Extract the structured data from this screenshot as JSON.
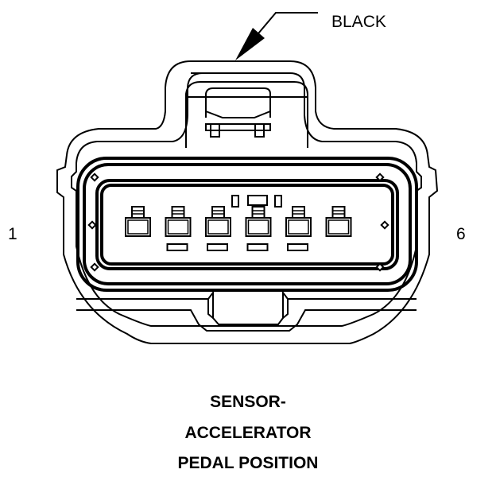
{
  "connector": {
    "color_label": "BLACK",
    "pin_first_label": "1",
    "pin_last_label": "6",
    "cavity_count": 6,
    "title_lines": [
      "SENSOR-",
      "ACCELERATOR",
      "PEDAL POSITION"
    ]
  },
  "colors": {
    "line": "#000000",
    "background": "#ffffff"
  }
}
